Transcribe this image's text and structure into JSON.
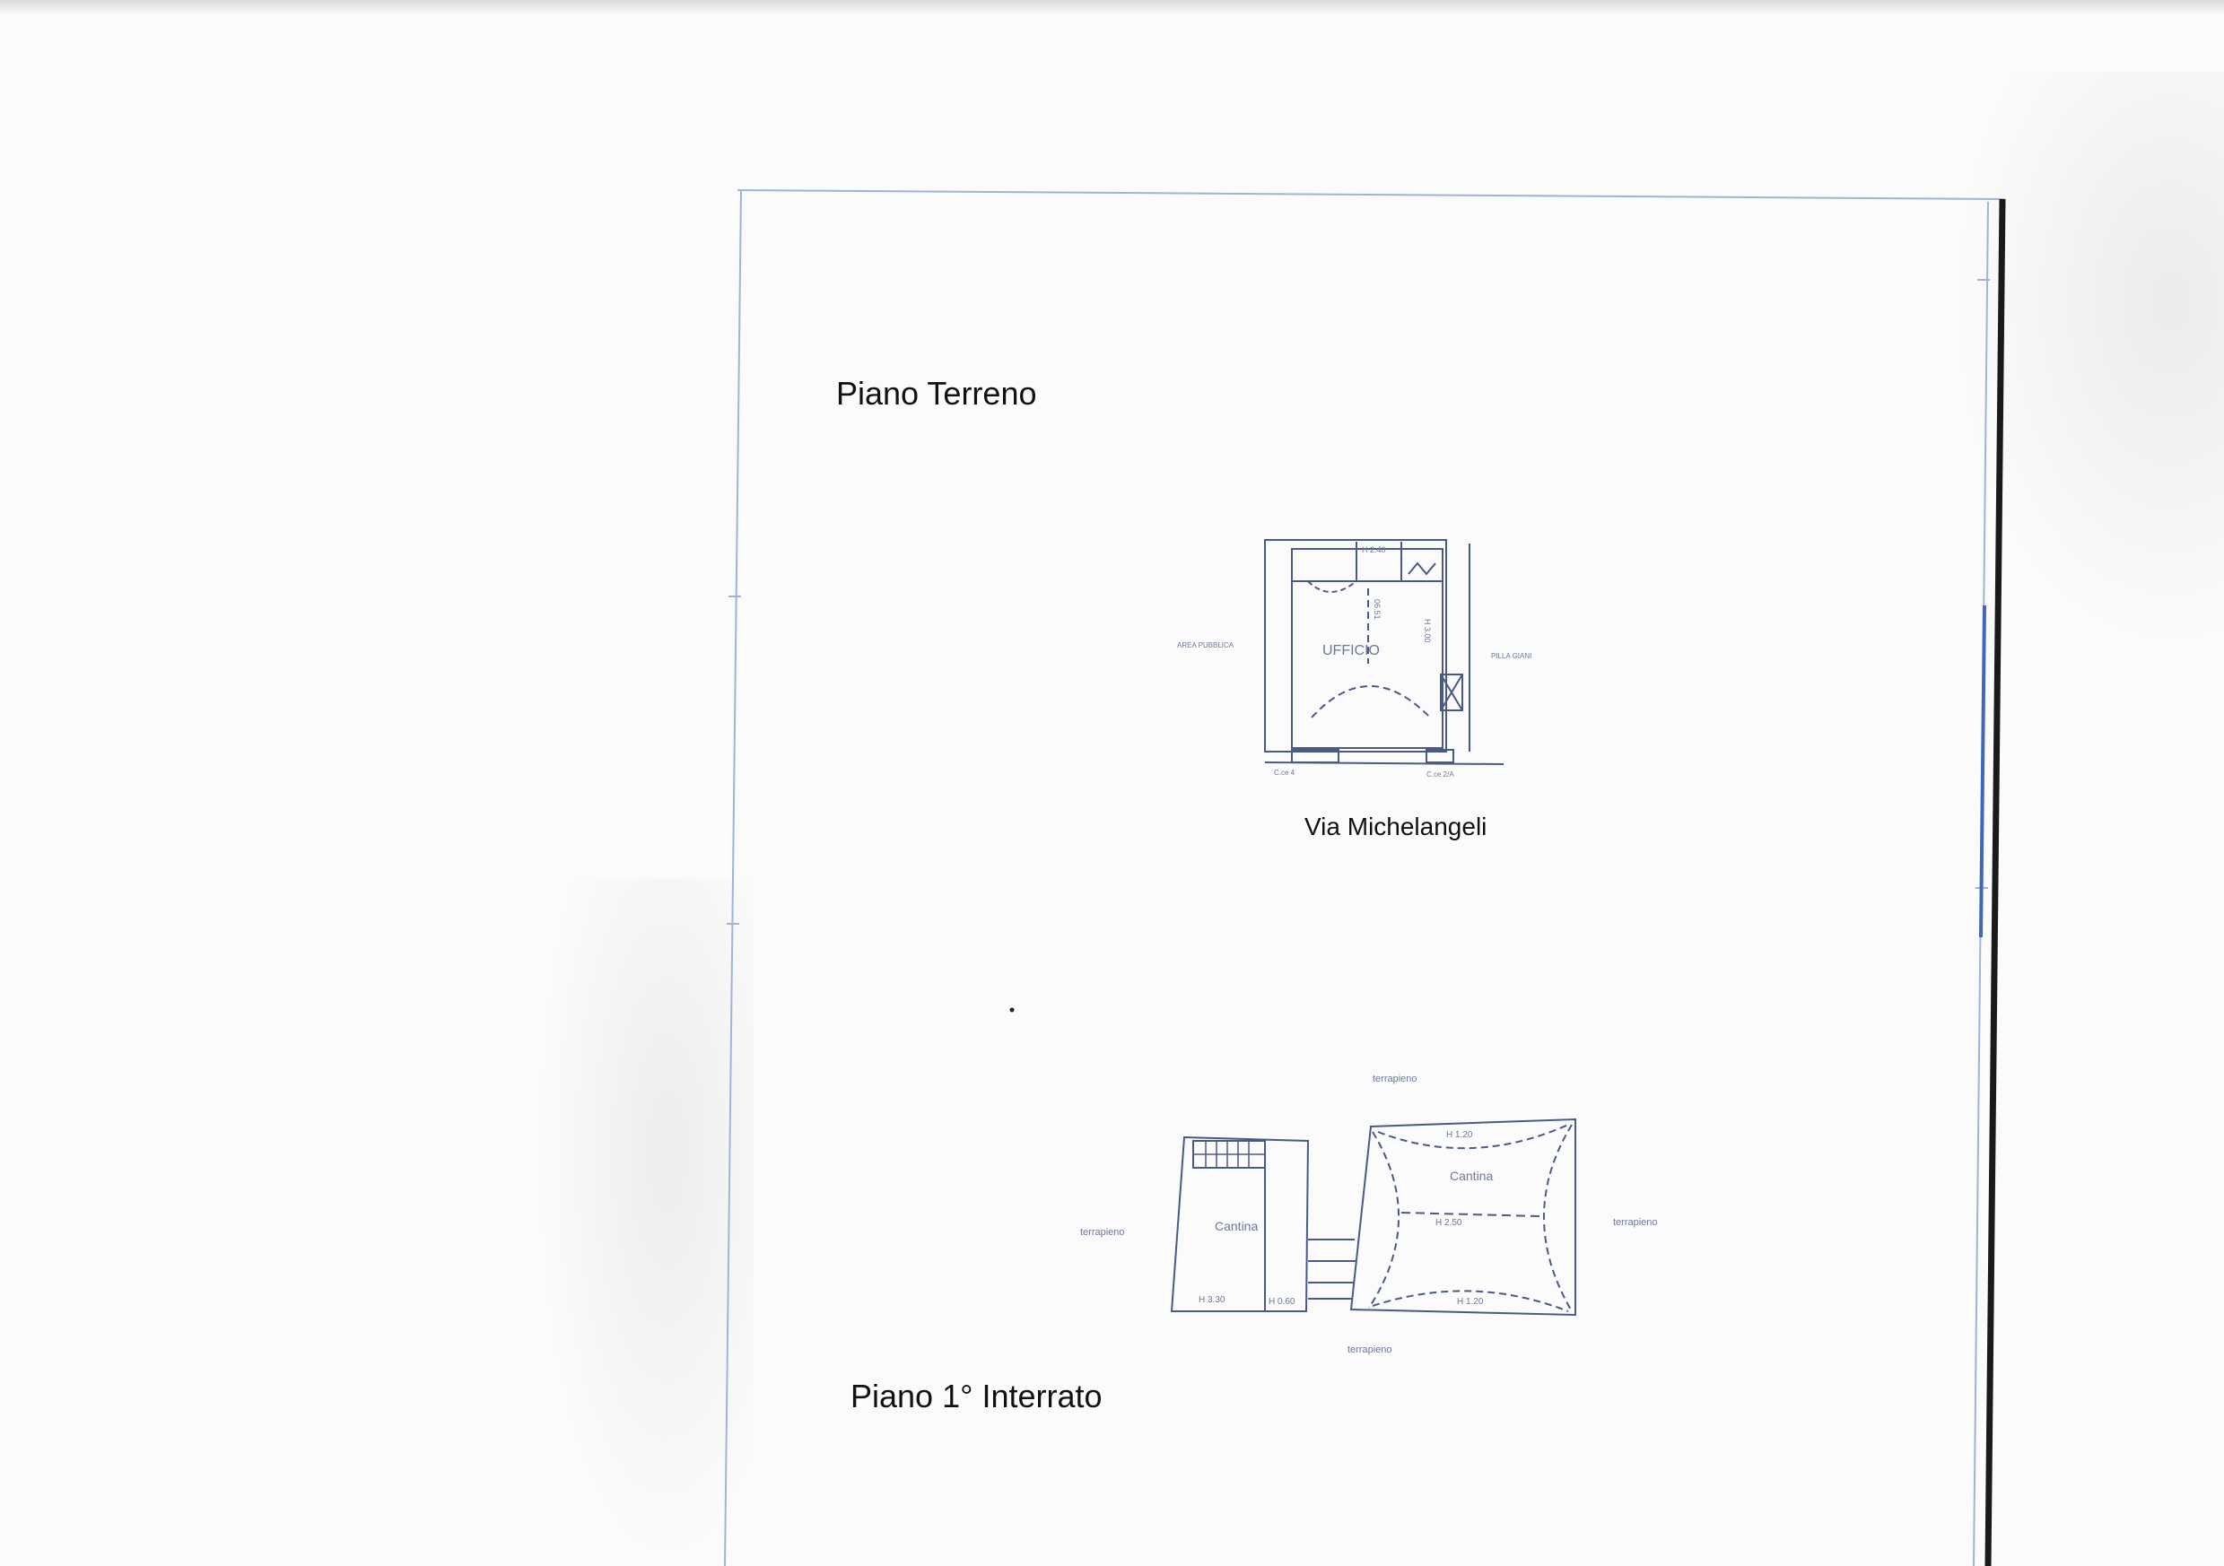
{
  "sections": {
    "ground_floor": {
      "title": "Piano Terreno",
      "room_label": "UFFICIO",
      "left_label": "AREA PUBBLICA",
      "right_label": "PILLA GIANI",
      "height_small": "H 2.40",
      "height_main": "H 3.00",
      "dimension_vertical": "06.51",
      "bottom_left_code": "C.ce 4",
      "bottom_right_code": "C.ce 2/A",
      "street": "Via Michelangeli"
    },
    "basement": {
      "title": "Piano 1° Interrato",
      "top_label": "terrapieno",
      "left_label": "terrapieno",
      "right_label": "terrapieno",
      "bottom_label": "terrapieno",
      "room_left_label": "Cantina",
      "room_left_height_a": "H 3.30",
      "room_left_height_b": "H 0.60",
      "room_right_label": "Cantina",
      "room_right_height_top": "H 1.20",
      "room_right_height_mid": "H 2.50",
      "room_right_height_bottom": "H 1.20"
    }
  },
  "colors": {
    "frame_line": "#9fb4d8",
    "frame_accent": "#3f66b8",
    "drawing_line": "#4a5a86",
    "sheet_edge": "#1a1a1a"
  }
}
